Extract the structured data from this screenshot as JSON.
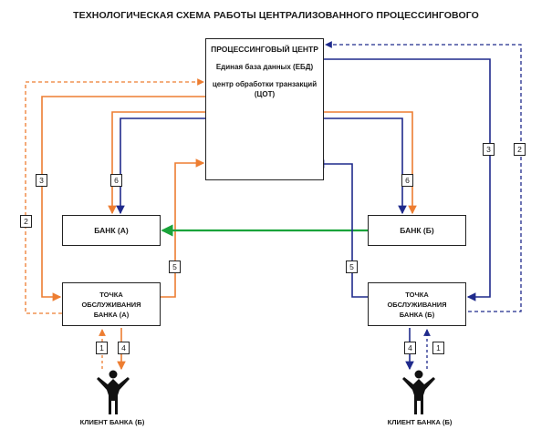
{
  "title": "ТЕХНОЛОГИЧЕСКАЯ СХЕМА РАБОТЫ ЦЕНТРАЛИЗОВАННОГО ПРОЦЕССИНГОВОГО",
  "processing_center": {
    "title": "ПРОЦЕССИНГОВЫЙ ЦЕНТР",
    "database": "Единая база данных (ЕБД)",
    "transaction_center": "центр обработки транзакций (ЦОТ)"
  },
  "bank_a": "БАНК (А)",
  "bank_b": "БАНК (Б)",
  "service_point_a": "ТОЧКА ОБСЛУЖИВАНИЯ БАНКА (А)",
  "service_point_b": "ТОЧКА ОБСЛУЖИВАНИЯ БАНКА (Б)",
  "client_left": "КЛИЕНТ БАНКА (Б)",
  "client_right": "КЛИЕНТ БАНКА (Б)",
  "step_labels": {
    "left_2": "2",
    "left_3": "3",
    "left_6": "6",
    "left_5": "5",
    "client_left_1": "1",
    "client_left_4": "4",
    "right_3": "3",
    "right_2": "2",
    "right_6": "6",
    "right_5": "5",
    "client_right_4": "4",
    "client_right_1": "1"
  },
  "colors": {
    "orange": "#ed7d31",
    "navy": "#1f2a8c",
    "green": "#1aa33a",
    "black": "#111111"
  }
}
